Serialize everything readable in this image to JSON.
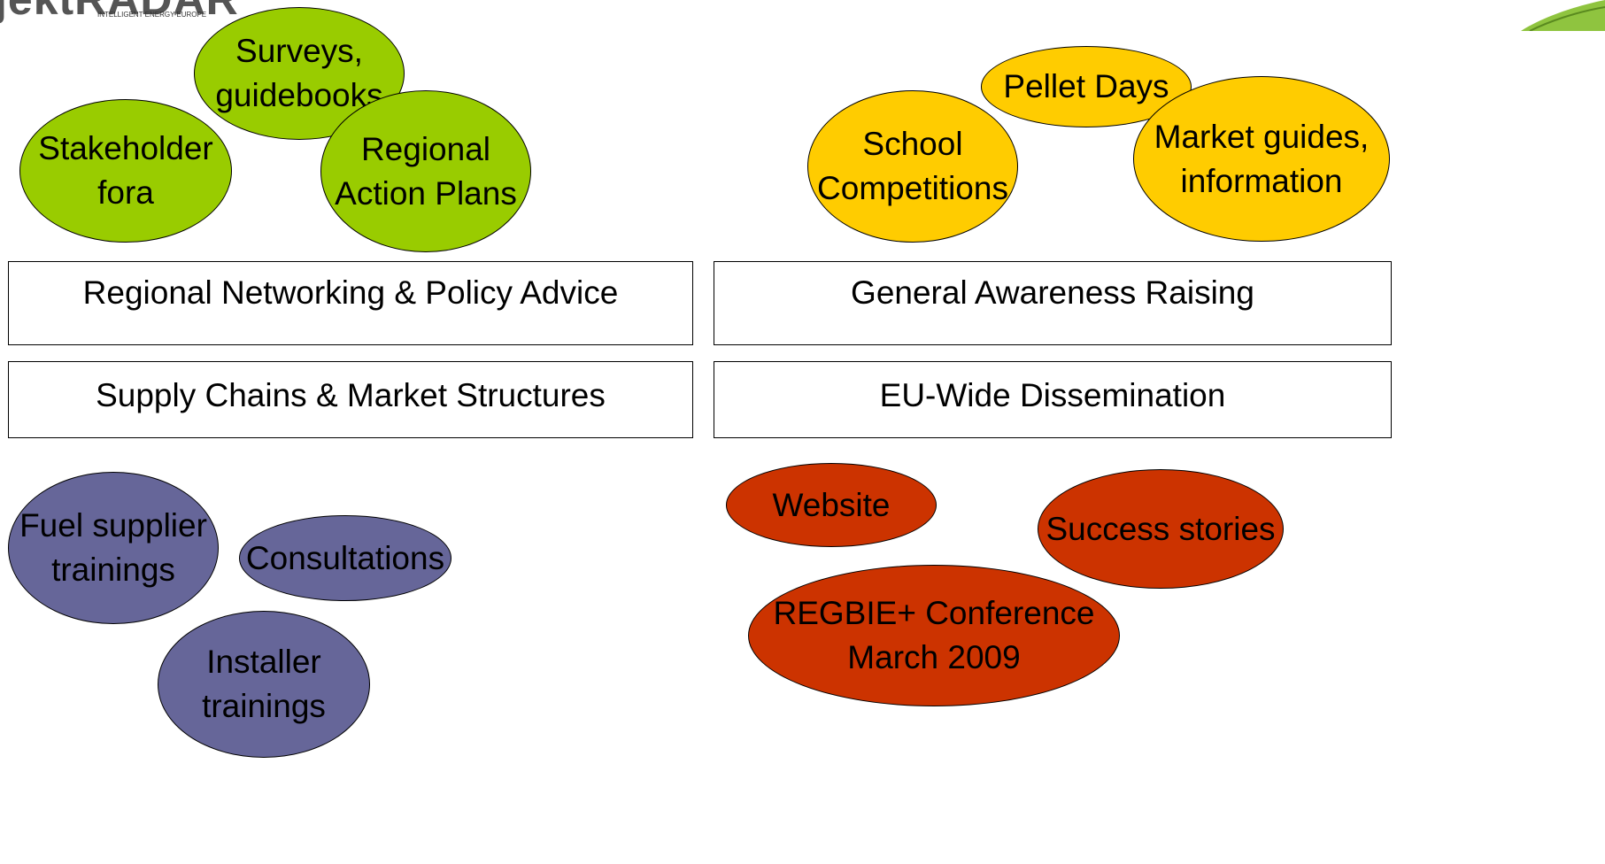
{
  "logo": {
    "text": "jektRADAR",
    "subtitle": "INTELLIGENT ENERGY-EUROPE",
    "leaf_color": "#8fc43f"
  },
  "colors": {
    "green": "#99cc00",
    "yellow": "#ffcc00",
    "purple": "#666699",
    "red": "#cc3300"
  },
  "categories": {
    "regional_networking": "Regional Networking & Policy Advice",
    "general_awareness": "General Awareness Raising",
    "supply_chains": "Supply Chains & Market Structures",
    "eu_dissemination": "EU-Wide Dissemination"
  },
  "green_ovals": {
    "surveys": "Surveys,\nguidebooks",
    "stakeholder": "Stakeholder\nfora",
    "regional_action": "Regional\nAction Plans"
  },
  "yellow_ovals": {
    "pellet_days": "Pellet Days",
    "school": "School\nCompetitions",
    "market_guides": "Market guides,\ninformation"
  },
  "purple_ovals": {
    "fuel_supplier": "Fuel supplier\ntrainings",
    "consultations": "Consultations",
    "installer": "Installer\ntrainings"
  },
  "red_ovals": {
    "website": "Website",
    "success": "Success stories",
    "regbie": "REGBIE+ Conference\nMarch 2009"
  }
}
